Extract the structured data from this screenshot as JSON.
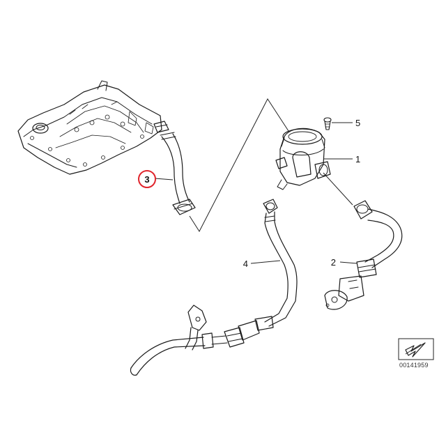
{
  "callouts": {
    "part_1": "1",
    "part_2": "2",
    "part_3": "3",
    "part_4": "4",
    "part_5": "5"
  },
  "catalog_number": "00141959",
  "colors": {
    "highlight_ring": "#e0242c",
    "line_art": "#1a1a1a"
  }
}
